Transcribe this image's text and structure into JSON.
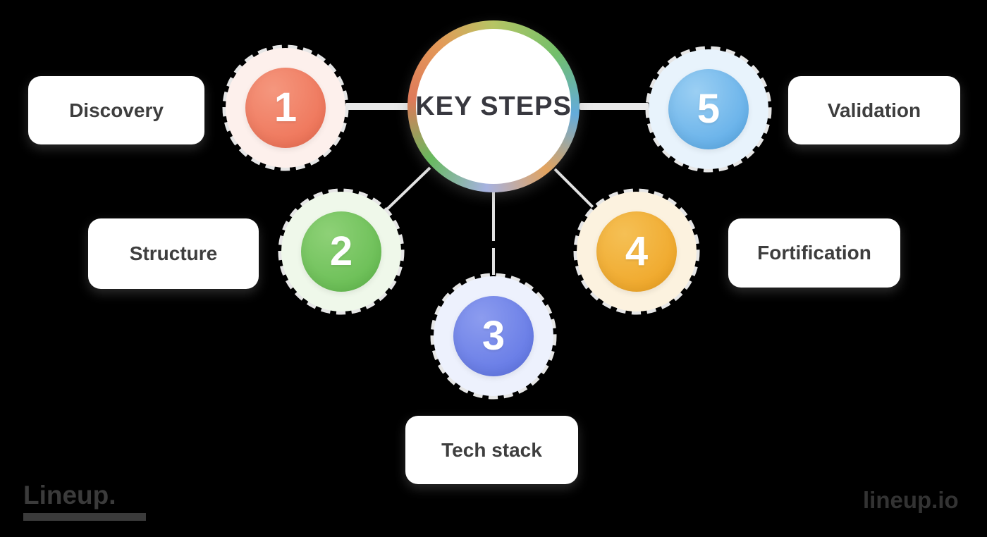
{
  "title": "KEY STEPS",
  "background": "#000000",
  "steps": [
    {
      "number": "1",
      "label": "Discovery",
      "color": "#ec6a4e",
      "color_light": "#f5977e",
      "tint": "#fdf0ec"
    },
    {
      "number": "2",
      "label": "Structure",
      "color": "#5eb84a",
      "color_light": "#8ed177",
      "tint": "#eff8ea"
    },
    {
      "number": "3",
      "label": "Tech stack",
      "color": "#5a70e3",
      "color_light": "#8c9cef",
      "tint": "#edf1fd"
    },
    {
      "number": "4",
      "label": "Fortification",
      "color": "#eea01d",
      "color_light": "#f5c055",
      "tint": "#fcf2df"
    },
    {
      "number": "5",
      "label": "Validation",
      "color": "#53a6e6",
      "color_light": "#9bcff3",
      "tint": "#e8f3fc"
    }
  ],
  "center_ring_colors": [
    "#b6c564",
    "#72bf6a",
    "#63abdb",
    "#e2a35f",
    "#a6b2e0",
    "#67b95e",
    "#df7a5a",
    "#e39a58"
  ],
  "connector_color": "#e9e9e9",
  "watermarks": {
    "left": "Lineup.",
    "right": "lineup.io"
  }
}
